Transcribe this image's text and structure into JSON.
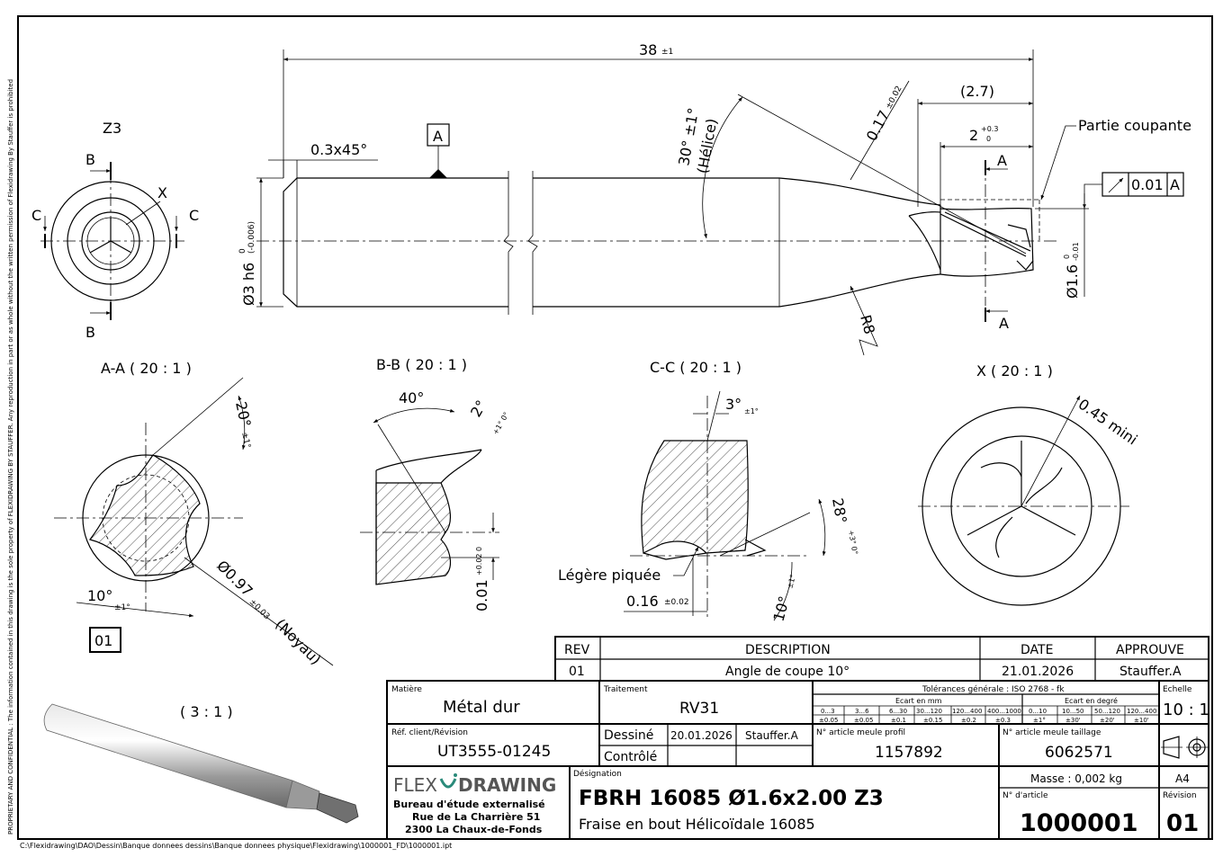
{
  "side_notice": "PROPRIETARY AND CONFIDENTIAL : The information contained in this drawing is the sole property of FLEXIDRAWING BY STAUFFER. Any reproduction in part or as whole without the written permission of Flexidrawing By Stauffer is prohibited",
  "file_path": "C:\\Flexidrawing\\DAO\\Dessin\\Banque donnees dessins\\Banque donnees physique\\Flexidrawing\\1000001_FD\\1000001.ipt",
  "views": {
    "z3_label": "Z3",
    "aa_label": "A-A ( 20 : 1 )",
    "bb_label": "B-B ( 20 : 1 )",
    "cc_label": "C-C ( 20 : 1 )",
    "x_label": "X ( 20 : 1 )",
    "iso_label": "( 3 : 1 )",
    "balloon": "01"
  },
  "annotations": {
    "length": "38",
    "length_tol": "±1",
    "chamfer": "0.3x45°",
    "datum": "A",
    "shank_dia": "Ø3 h6",
    "shank_tol_upper": "0",
    "shank_tol_lower": "(-0.006)",
    "helix": "30° ±1°",
    "helix_note": "(Hélice)",
    "land": "0.17",
    "land_tol": "±0.02",
    "ref_len": "(2.7)",
    "cut_len": "2",
    "cut_tol_upper": "+0.3",
    "cut_tol_lower": "0",
    "cutting_part": "Partie coupante",
    "runout_value": "0.01",
    "runout_datum": "A",
    "head_dia": "Ø1.6",
    "head_tol_upper": "0",
    "head_tol_lower": "-0.01",
    "radius": "R8",
    "section_a": "A",
    "section_b": "B",
    "section_c": "C",
    "detail_x": "X",
    "aa_angle": "20°",
    "aa_angle_tol": "±1°",
    "aa_angle2": "10°",
    "aa_angle2_tol": "±1°",
    "core_dia": "Ø0.97",
    "core_tol": "±0.03",
    "core_note": "(Noyau)",
    "bb_angle": "40°",
    "bb_angle2": "2°",
    "bb_angle2_tol": "+1° 0°",
    "bb_len": "0.01",
    "bb_len_tol": "+0.02 0",
    "cc_angle": "3°",
    "cc_angle_tol": "±1°",
    "cc_angle2": "28°",
    "cc_angle2_tol": "+3° 0°",
    "cc_angle3": "10°",
    "cc_angle3_tol": "±1°",
    "cc_note": "Légère piquée",
    "cc_len": "0.16",
    "cc_len_tol": "±0.02",
    "x_min": "0.45 mini"
  },
  "revision_table": {
    "headers": [
      "REV",
      "DESCRIPTION",
      "DATE",
      "APPROUVE"
    ],
    "rows": [
      [
        "01",
        "Angle de coupe 10°",
        "21.01.2026",
        "Stauffer.A"
      ]
    ]
  },
  "title_block": {
    "material_label": "Matière",
    "material": "Métal dur",
    "treatment_label": "Traitement",
    "treatment": "RV31",
    "tolerance_title": "Tolérances générale : ISO 2768 - fk",
    "tol_mm_label": "Ecart en mm",
    "tol_deg_label": "Ecart en degré",
    "tol_mm_ranges": [
      "0...3",
      "3...6",
      "6...30",
      "30...120",
      "120...400",
      "400...1000"
    ],
    "tol_mm_values": [
      "±0.05",
      "±0.05",
      "±0.1",
      "±0.15",
      "±0.2",
      "±0.3"
    ],
    "tol_deg_ranges": [
      "0...10",
      "10...50",
      "50...120",
      "120...400"
    ],
    "tol_deg_values": [
      "±1°",
      "±30'",
      "±20'",
      "±10'"
    ],
    "scale_label": "Echelle",
    "scale": "10 : 1",
    "client_ref_label": "Réf. client/Révision",
    "client_ref": "UT3555-01245",
    "drawn_label": "Dessiné",
    "drawn_date": "20.01.2026",
    "drawn_by": "Stauffer.A",
    "checked_label": "Contrôlé",
    "profile_wheel_label": "N° article meule profil",
    "profile_wheel": "1157892",
    "cutting_wheel_label": "N° article meule taillage",
    "cutting_wheel": "6062571",
    "logo": "FLEXIDRAWING",
    "logo_left": "FLEX",
    "logo_right": "DRAWING",
    "company_line1": "Bureau d'étude externalisé",
    "company_line2": "Rue de La Charrière 51",
    "company_line3": "2300 La Chaux-de-Fonds",
    "designation_label": "Désignation",
    "designation": "FBRH 16085 Ø1.6x2.00 Z3",
    "designation_sub": "Fraise en bout Hélicoïdale 16085",
    "mass": "Masse : 0,002 kg",
    "format": "A4",
    "article_label": "N° d'article",
    "article": "1000001",
    "revision_label": "Révision",
    "revision": "01"
  }
}
